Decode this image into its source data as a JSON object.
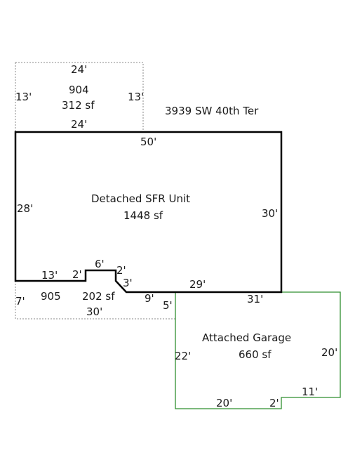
{
  "address": "3939 SW 40th Ter",
  "colors": {
    "main_outline": "#000000",
    "garage_outline": "#2f8f2f",
    "dotted_outline": "#8a8a8a",
    "text": "#1a1a1a"
  },
  "areas": {
    "area_904": {
      "name": "904",
      "size": "312 sf",
      "dims": {
        "top": "24'",
        "bottom": "24'",
        "left": "13'",
        "right": "13'"
      }
    },
    "main": {
      "name": "Detached SFR Unit",
      "size": "1448 sf",
      "dims": {
        "top": "50'",
        "left": "28'",
        "right": "30'",
        "bottom_left": "13'",
        "step_up": "2'",
        "step_top": "6'",
        "step_down": "2'",
        "diagonal": "3'",
        "inner_bottom": "9'",
        "bottom_right": "29'"
      }
    },
    "area_905": {
      "name": "905",
      "size": "202 sf",
      "dims": {
        "left": "7'",
        "bottom": "30'",
        "right": "5'"
      }
    },
    "garage": {
      "name": "Attached Garage",
      "size": "660 sf",
      "dims": {
        "top": "31'",
        "left": "22'",
        "right": "20'",
        "bottom_left": "20'",
        "notch": "2'",
        "bottom_right": "11'"
      }
    }
  }
}
